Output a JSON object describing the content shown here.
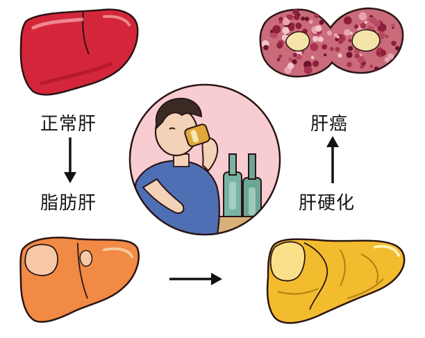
{
  "labels": {
    "normal_liver": "正常肝",
    "fatty_liver": "脂肪肝",
    "liver_cirrhosis": "肝硬化",
    "liver_cancer": "肝癌"
  },
  "colors": {
    "normal_liver": "#d4263a",
    "fatty_liver": "#f08a44",
    "cirrhosis": "#f2bc2e",
    "cancer_base": "#c96b7a",
    "circle_bg": "#f7cdd2",
    "shirt": "#4f6fb4",
    "bottle": "#79b3a3"
  }
}
